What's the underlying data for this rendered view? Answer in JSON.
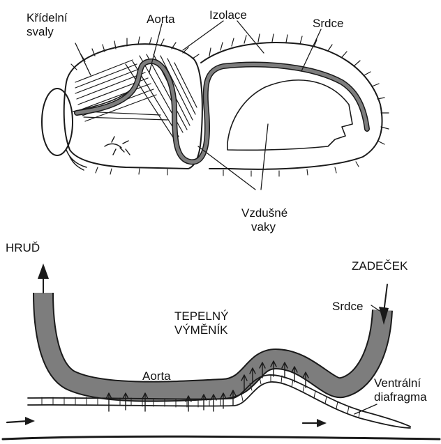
{
  "top_diagram": {
    "labels": {
      "wing_muscles_line1": "Křídelní",
      "wing_muscles_line2": "svaly",
      "aorta": "Aorta",
      "insulation": "Izolace",
      "heart": "Srdce",
      "air_sacs_line1": "Vzdušné",
      "air_sacs_line2": "vaky"
    }
  },
  "bottom_diagram": {
    "labels": {
      "thorax": "HRUĎ",
      "abdomen": "ZADEČEK",
      "heart": "Srdce",
      "heat_exchanger_line1": "TEPELNÝ",
      "heat_exchanger_line2": "VÝMĚNÍK",
      "aorta": "Aorta",
      "ventral_diaphragm_line1": "Ventrální",
      "ventral_diaphragm_line2": "diafragma"
    }
  },
  "colors": {
    "ink": "#1a1a1a",
    "aorta_fill": "#7d7d7d",
    "background": "#ffffff"
  }
}
